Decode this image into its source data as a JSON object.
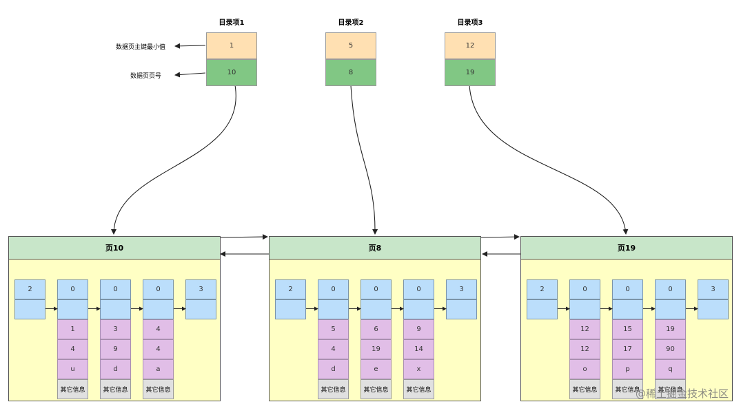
{
  "directory": [
    {
      "title": "目录项1",
      "min_key": "1",
      "page_no": "10"
    },
    {
      "title": "目录项2",
      "min_key": "5",
      "page_no": "8"
    },
    {
      "title": "目录项3",
      "min_key": "12",
      "page_no": "19"
    }
  ],
  "legend": {
    "min_key_label": "数据页主键最小值",
    "page_no_label": "数据页页号"
  },
  "pages": [
    {
      "title": "页10",
      "infimum": "2",
      "supremum": "3",
      "records": [
        {
          "header": "0",
          "values": [
            "1",
            "4",
            "u"
          ],
          "other": "其它信息"
        },
        {
          "header": "0",
          "values": [
            "3",
            "9",
            "d"
          ],
          "other": "其它信息"
        },
        {
          "header": "0",
          "values": [
            "4",
            "4",
            "a"
          ],
          "other": "其它信息"
        }
      ]
    },
    {
      "title": "页8",
      "infimum": "2",
      "supremum": "3",
      "records": [
        {
          "header": "0",
          "values": [
            "5",
            "4",
            "d"
          ],
          "other": "其它信息"
        },
        {
          "header": "0",
          "values": [
            "6",
            "19",
            "e"
          ],
          "other": "其它信息"
        },
        {
          "header": "0",
          "values": [
            "9",
            "14",
            "x"
          ],
          "other": "其它信息"
        }
      ]
    },
    {
      "title": "页19",
      "infimum": "2",
      "supremum": "3",
      "records": [
        {
          "header": "0",
          "values": [
            "12",
            "12",
            "o"
          ],
          "other": "其它信息"
        },
        {
          "header": "0",
          "values": [
            "15",
            "17",
            "p"
          ],
          "other": "其它信息"
        },
        {
          "header": "0",
          "values": [
            "19",
            "90",
            "q"
          ],
          "other": "其它信息"
        }
      ]
    }
  ],
  "watermark": "@稀土掘金技术社区",
  "colors": {
    "dir_key": "#ffe0b2",
    "dir_page": "#81c784",
    "page_header": "#c8e6c9",
    "page_body": "#ffffc4",
    "record_header": "#bbdefb",
    "record_data": "#e1bee7",
    "record_other": "#e0e0e0"
  }
}
